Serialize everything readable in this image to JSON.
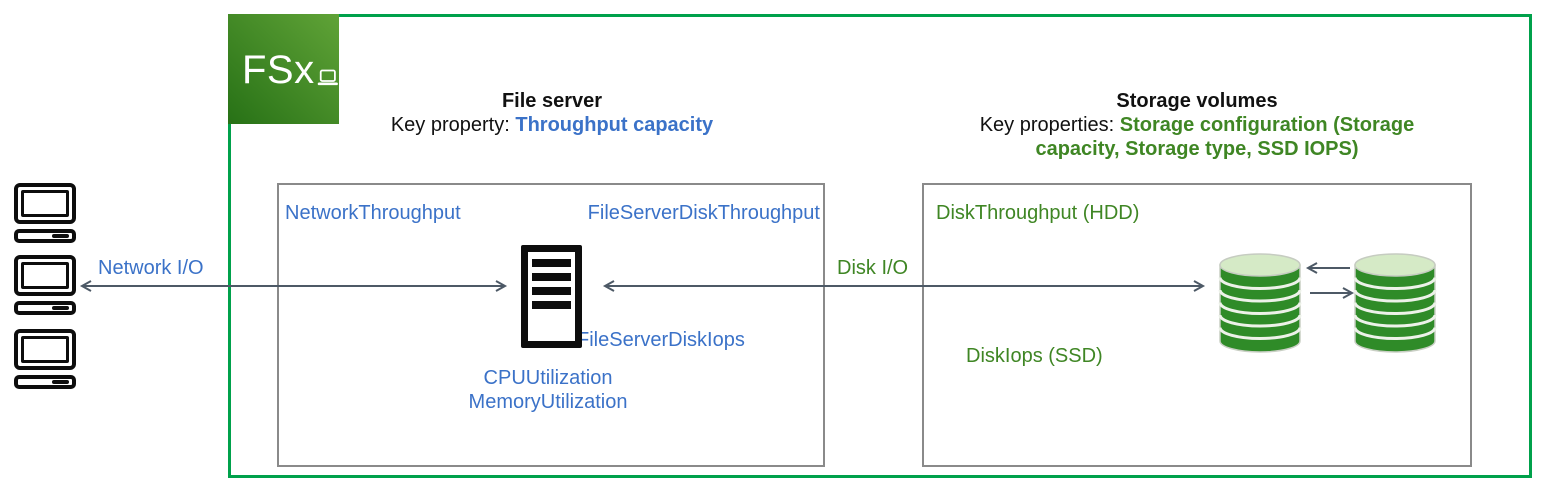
{
  "colors": {
    "boundary_green": "#00A14B",
    "text_green": "#3F8624",
    "text_blue": "#3B72C8",
    "arrow_gray": "#4D5966",
    "cylinder_green": "#2F8B28"
  },
  "logo": {
    "label": "FSx"
  },
  "flow_labels": {
    "network_io": "Network I/O",
    "disk_io": "Disk I/O"
  },
  "file_server": {
    "title": "File server",
    "key_property_label": "Key property: ",
    "key_property_value": "Throughput capacity",
    "metrics": {
      "network_throughput": "NetworkThroughput",
      "disk_throughput": "FileServerDiskThroughput",
      "disk_iops": "FileServerDiskIops",
      "cpu": "CPUUtilization",
      "memory": "MemoryUtilization"
    }
  },
  "storage_volumes": {
    "title": "Storage volumes",
    "key_properties_label": "Key properties: ",
    "key_properties_value": "Storage configuration (Storage capacity, Storage type, SSD IOPS)",
    "metrics": {
      "disk_throughput": "DiskThroughput (HDD)",
      "disk_iops": "DiskIops (SSD)"
    }
  }
}
